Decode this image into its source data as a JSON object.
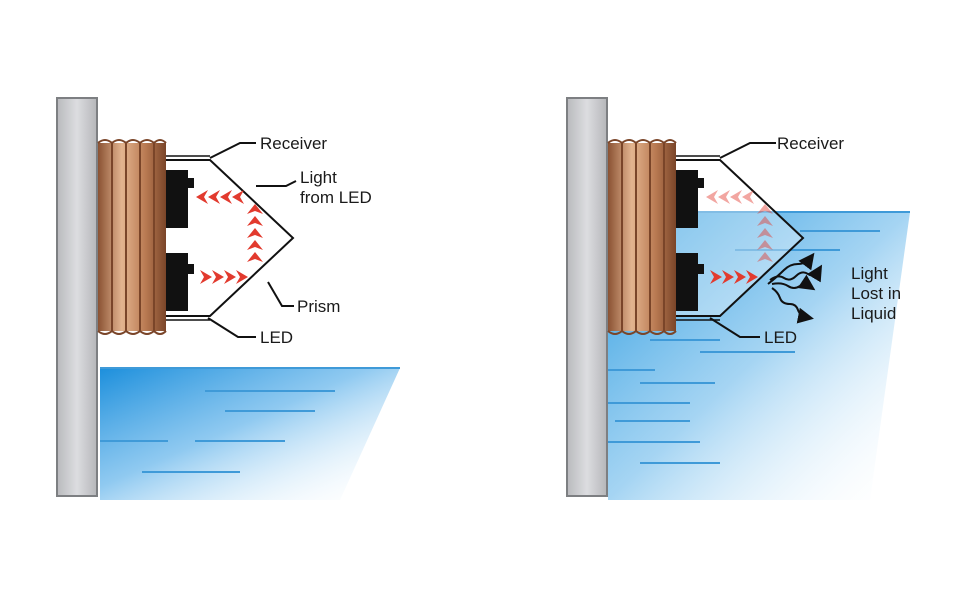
{
  "panels": [
    {
      "state": "dry",
      "labels": {
        "receiver": "Receiver",
        "light_line1": "Light",
        "light_line2": "from LED",
        "prism": "Prism",
        "led": "LED"
      }
    },
    {
      "state": "submerged",
      "labels": {
        "receiver": "Receiver",
        "lost_line1": "Light",
        "lost_line2": "Lost in",
        "lost_line3": "Liquid",
        "led": "LED"
      }
    }
  ],
  "colors": {
    "wall": "#c8c9cb",
    "wall_edge": "#7d7f82",
    "thread": "#c9936b",
    "thread_dark": "#8a5233",
    "liquid": "#2a9be0",
    "liquid_line": "#3f9ad8",
    "light_arrow": "#e23a2e",
    "component": "#111111"
  }
}
